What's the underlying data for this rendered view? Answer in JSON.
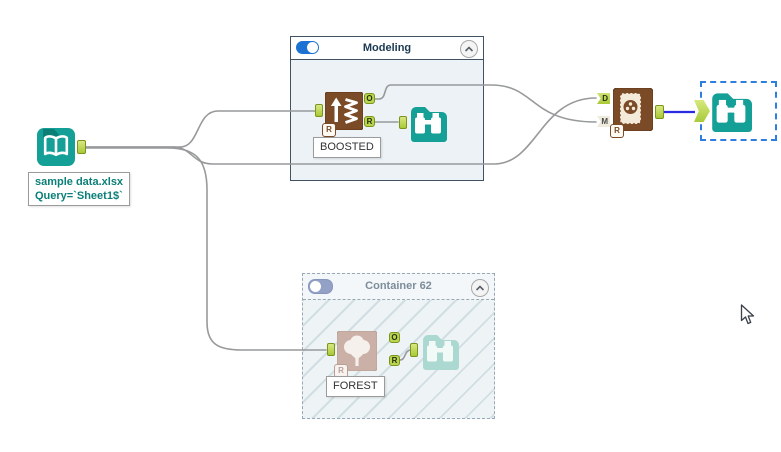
{
  "input_tool": {
    "annotation_line1": "sample data.xlsx",
    "annotation_line2": "Query=`Sheet1$`"
  },
  "modeling_container": {
    "title": "Modeling",
    "toggle_state": "on"
  },
  "container_62": {
    "title": "Container 62",
    "toggle_state": "off"
  },
  "boosted_tool": {
    "annotation": "BOOSTED",
    "output_top": "O",
    "output_bottom": "R",
    "badge": "R"
  },
  "forest_tool": {
    "annotation": "FOREST",
    "output_top": "O",
    "output_bottom": "R",
    "badge": "R"
  },
  "score_tool": {
    "input_top": "D",
    "input_bottom": "M",
    "badge": "R"
  },
  "colors": {
    "teal": "#14A096",
    "teal_faded": "#ABD9D2",
    "tool_brown": "#7B4A26",
    "forest_faded": "#CAB0A6",
    "anchor_green": "#B5D24B",
    "wire_gray": "#97999B",
    "selected_wire_blue": "#2B2BE4",
    "selection_box_blue": "#2E7EE0",
    "toggle_on_blue": "#1C72D2",
    "toggle_off_gray": "#94A1C6",
    "modeling_title": "#1B3A52",
    "container62_title": "#7D8D9A",
    "annotation_teal": "#0B7F78"
  }
}
